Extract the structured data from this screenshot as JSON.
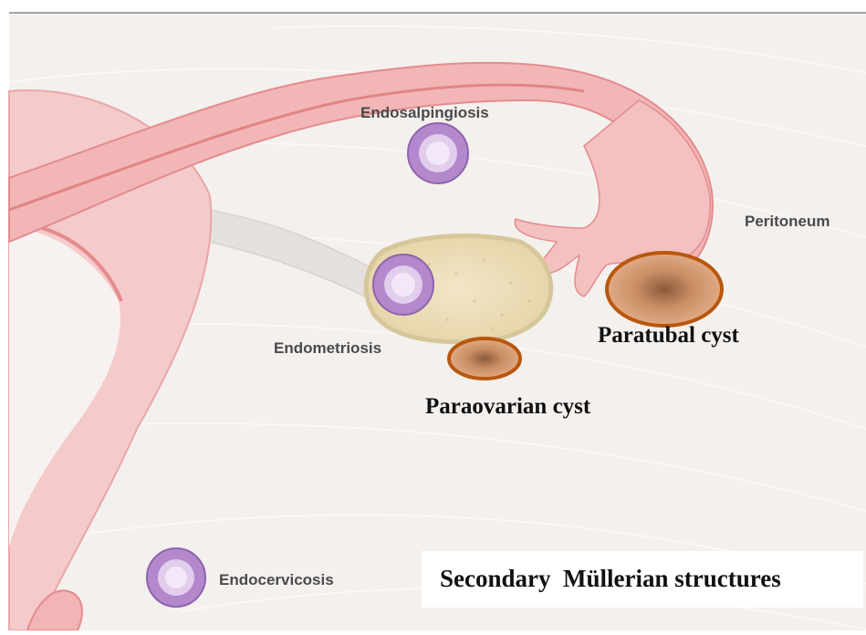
{
  "labels": {
    "endosalpingiosis": "Endosalpingiosis",
    "peritoneum": "Peritoneum",
    "endometriosis": "Endometriosis",
    "endocervicosis": "Endocervicosis",
    "paratubal_cyst": "Paratubal cyst",
    "paraovarian_cyst": "Paraovarian cyst",
    "title": "Secondary  Müllerian structures"
  },
  "colors": {
    "background": "#f5f1ef",
    "tissue_pink": "#f2b4b4",
    "tissue_dark": "#e48c8e",
    "ovary_fill": "#eee0bf",
    "ovary_rim": "#d6c79b",
    "gland_purple": "#b488cc",
    "cyst_outline": "#b8570f",
    "cyst_fill": "#d9a07a"
  }
}
